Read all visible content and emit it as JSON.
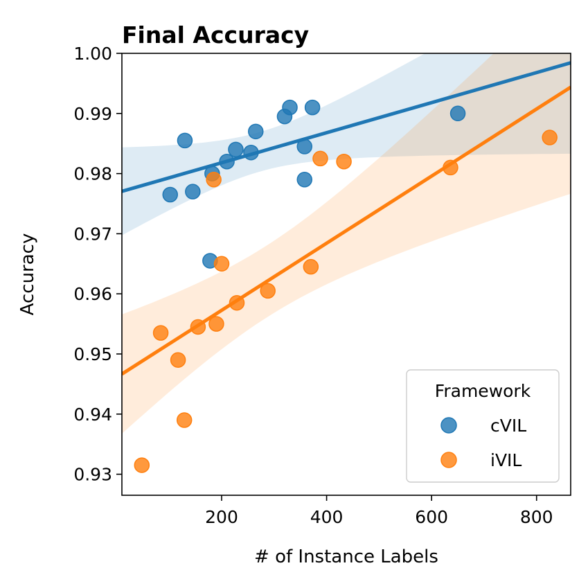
{
  "chart_data": {
    "type": "scatter",
    "title": "Final Accuracy",
    "xlabel": "# of Instance Labels",
    "ylabel": "Accuracy",
    "xlim": [
      10,
      865
    ],
    "ylim": [
      0.9265,
      1.0
    ],
    "xticks": [
      200,
      400,
      600,
      800
    ],
    "yticks": [
      0.93,
      0.94,
      0.95,
      0.96,
      0.97,
      0.98,
      0.99,
      1.0
    ],
    "ytick_labels": [
      "0.93",
      "0.94",
      "0.95",
      "0.96",
      "0.97",
      "0.98",
      "0.99",
      "1.00"
    ],
    "grid": false,
    "legend": {
      "title": "Framework",
      "position": "lower-right"
    },
    "series": [
      {
        "name": "cVIL",
        "color": "#1f77b4",
        "points": [
          [
            102,
            0.9765
          ],
          [
            130,
            0.9855
          ],
          [
            145,
            0.977
          ],
          [
            178,
            0.9655
          ],
          [
            182,
            0.98
          ],
          [
            210,
            0.982
          ],
          [
            227,
            0.984
          ],
          [
            256,
            0.9835
          ],
          [
            265,
            0.987
          ],
          [
            320,
            0.9895
          ],
          [
            330,
            0.991
          ],
          [
            358,
            0.9845
          ],
          [
            358,
            0.979
          ],
          [
            373,
            0.991
          ],
          [
            650,
            0.99
          ]
        ],
        "fit": {
          "slope": 2.5e-05,
          "intercept": 0.9768
        }
      },
      {
        "name": "iVIL",
        "color": "#ff7f0e",
        "points": [
          [
            48,
            0.9315
          ],
          [
            84,
            0.9535
          ],
          [
            117,
            0.949
          ],
          [
            129,
            0.939
          ],
          [
            155,
            0.9545
          ],
          [
            185,
            0.979
          ],
          [
            190,
            0.955
          ],
          [
            200,
            0.965
          ],
          [
            229,
            0.9585
          ],
          [
            288,
            0.9605
          ],
          [
            370,
            0.9645
          ],
          [
            388,
            0.9825
          ],
          [
            433,
            0.982
          ],
          [
            636,
            0.981
          ],
          [
            825,
            0.986
          ]
        ],
        "fit": {
          "slope": 5.58e-05,
          "intercept": 0.9461
        }
      }
    ]
  }
}
